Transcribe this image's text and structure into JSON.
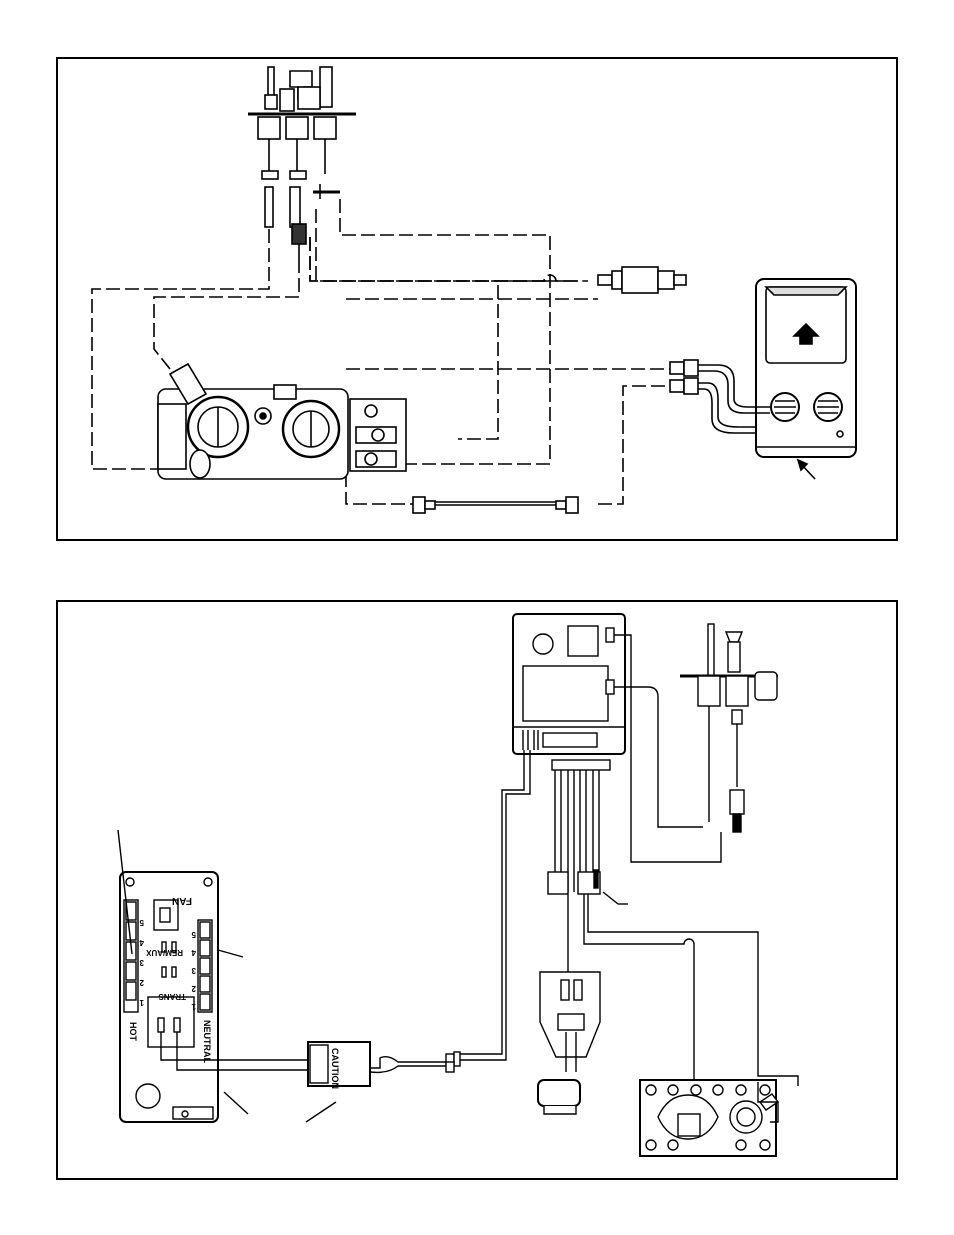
{
  "panels": {
    "top": {
      "name": "millivolt-wiring-diagram"
    },
    "bottom": {
      "name": "electronic-ignition-wiring-diagram"
    }
  },
  "junction_box": {
    "hot_label": "HOT",
    "neutral_label": "NEUTRAL",
    "fan_label": "FAN",
    "rem_aux_label": "REM/AUX",
    "trans_label": "TRANS",
    "terminals": [
      "1",
      "2",
      "3",
      "4",
      "5"
    ]
  },
  "transformer": {
    "caution_label": "CAUTION"
  },
  "colors": {
    "line": "#000000",
    "fill_light": "#ffffff",
    "fill_shade": "#e8e8e8"
  }
}
